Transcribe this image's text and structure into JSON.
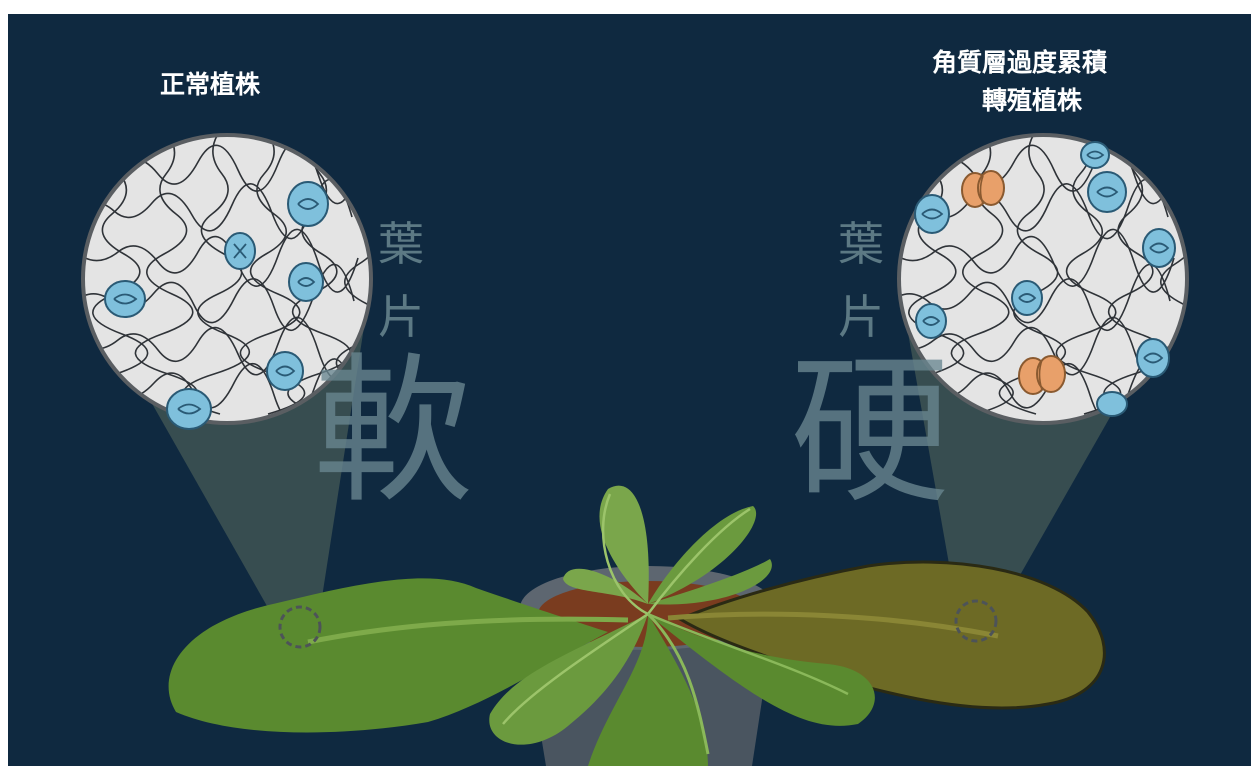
{
  "labels": {
    "normal_plant": "正常植株",
    "transgenic_line1": "角質層過度累積",
    "transgenic_line2": "轉殖植株"
  },
  "words": {
    "leaf_top": "葉",
    "leaf_bottom": "片",
    "soft": "軟",
    "hard": "硬"
  },
  "colors": {
    "background": "#0f2940",
    "normal_leaf": "#5a8a2f",
    "cuticle_leaf": "#6d6a25",
    "stomata": "#7fc0dc",
    "abnormal_stomata": "#e8a06a",
    "cell_surface": "#e4e4e4"
  }
}
